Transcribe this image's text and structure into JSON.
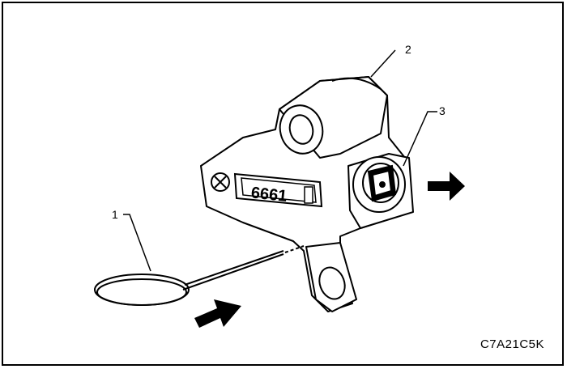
{
  "figure": {
    "code": "C7A21C5K",
    "plate_text": "6661"
  },
  "callouts": [
    {
      "label": "1"
    },
    {
      "label": "2"
    },
    {
      "label": "3"
    }
  ],
  "colors": {
    "ink": "#000000",
    "paper": "#ffffff"
  }
}
